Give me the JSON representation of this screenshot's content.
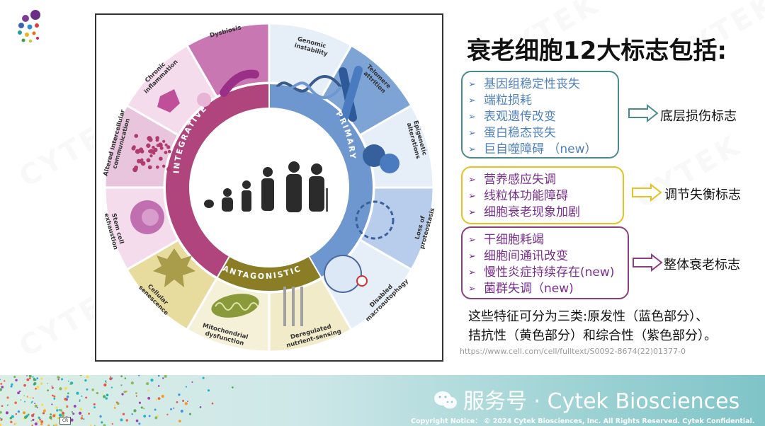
{
  "title": "衰老细胞12大标志包括:",
  "wheel": {
    "hallmarks": {
      "genomic": [
        "Genomic",
        "instability"
      ],
      "telomere": [
        "Telomere",
        "attrition"
      ],
      "epigenetic": [
        "Epigenetic",
        "alterations"
      ],
      "proteostasis": [
        "Loss of",
        "proteostasis"
      ],
      "autophagy": [
        "Disabled",
        "macroautophagy"
      ],
      "nutrient": [
        "Deregulated",
        "nutrient-sensing"
      ],
      "mito": [
        "Mitochondrial",
        "dysfunction"
      ],
      "senescence": [
        "Cellular",
        "senescence"
      ],
      "stemcell": [
        "Stem cell",
        "exhaustion"
      ],
      "intercell": [
        "Altered intercellular",
        "communication"
      ],
      "inflammation": [
        "Chronic",
        "inflammation"
      ],
      "dysbiosis": [
        "Dysbiosis"
      ]
    },
    "categories": {
      "primary": "PRIMARY",
      "antagonistic": "ANTAGONISTIC",
      "integrative": "INTEGRATIVE"
    }
  },
  "groups": [
    {
      "items": [
        "基因组稳定性丧失",
        "端粒损耗",
        "表观遗传改变",
        "蛋白稳态丧失",
        "巨自噬障碍 （new）"
      ],
      "label": "底层损伤标志",
      "border_color": "#4a8c8c"
    },
    {
      "items": [
        "营养感应失调",
        "线粒体功能障碍",
        "细胞衰老现象加剧"
      ],
      "label": "调节失衡标志",
      "border_color": "#e8c020"
    },
    {
      "items": [
        "干细胞耗竭",
        "细胞间通讯改变",
        "慢性炎症持续存在(new)",
        "菌群失调（new)"
      ],
      "label": "整体衰老标志",
      "border_color": "#8e3d7f"
    }
  ],
  "note": {
    "line1": "这些特征可分为三类:原发性（蓝色部分）、",
    "line2": "拮抗性（黄色部分）和综合性（紫色部分）。"
  },
  "url": "https://www.cell.com/cell/fulltext/S0092-8674(22)01377-0",
  "footer": {
    "brand": "服务号 · Cytek Biosciences",
    "copyright": "Copyright Notice： © 2024 Cytek Biosciences, Inc. All Rights Reserved. Cytek Confidential.",
    "badge": "CR"
  },
  "watermark": "CYTEK",
  "colors": {
    "primary_blue": "#6f97cf",
    "antagonistic_olive": "#8a7d25",
    "integrative_magenta": "#b0457e",
    "title": "#111111"
  }
}
